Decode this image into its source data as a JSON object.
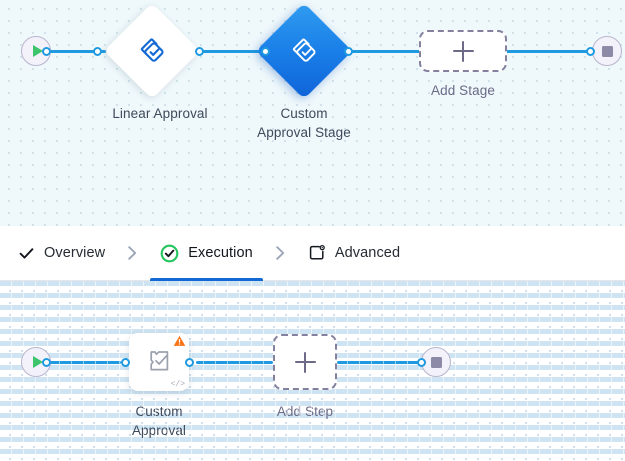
{
  "stage_canvas": {
    "name": "stage-flow-canvas",
    "background_color": "#eff8fb",
    "edge_color": "#1f9ae0",
    "start_node": {
      "icon": "play-icon",
      "label": ""
    },
    "end_node": {
      "icon": "stop-icon",
      "label": ""
    },
    "nodes": [
      {
        "id": "linear-approval",
        "type": "stage-diamond",
        "label": "Linear Approval",
        "icon": "approval-stage-icon",
        "selected": false
      },
      {
        "id": "custom-approval-stage",
        "type": "stage-diamond",
        "label": "Custom\nApproval Stage",
        "icon": "approval-stage-icon",
        "selected": true
      }
    ],
    "add_stage": {
      "label": "Add Stage",
      "icon": "plus-icon"
    }
  },
  "tabs": {
    "name": "workflow-tabs",
    "items": [
      {
        "id": "overview",
        "label": "Overview",
        "icon": "check-icon",
        "active": false
      },
      {
        "id": "execution",
        "label": "Execution",
        "icon": "check-circle-icon",
        "active": true
      },
      {
        "id": "advanced",
        "label": "Advanced",
        "icon": "settings-frame-icon",
        "active": false
      }
    ],
    "separator_icon": "chevron-right-icon",
    "active_underline_color": "#1368d4",
    "check_circle_color": "#22c55e"
  },
  "step_canvas": {
    "name": "step-flow-canvas",
    "background_color": "#ffffff",
    "edge_color": "#1f9ae0",
    "start_node": {
      "icon": "play-icon",
      "label": ""
    },
    "end_node": {
      "icon": "stop-icon",
      "label": ""
    },
    "nodes": [
      {
        "id": "custom-approval",
        "type": "step-card",
        "label": "Custom\nApproval",
        "icon": "approval-document-icon",
        "warning_icon": "warning-triangle-icon",
        "warning_color": "#f97316",
        "code_badge": "</>"
      }
    ],
    "add_step": {
      "label": "Add Step",
      "icon": "plus-icon"
    }
  }
}
